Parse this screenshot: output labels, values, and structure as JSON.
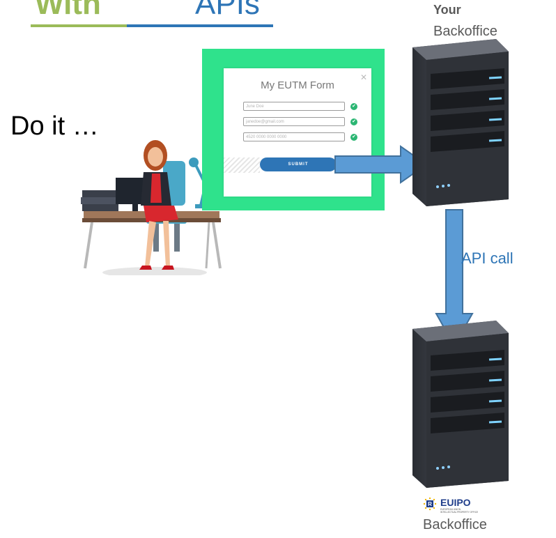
{
  "title": {
    "word1": "With",
    "word2": "APIs"
  },
  "your_backoffice": {
    "your": "Your",
    "backoffice": "Backoffice"
  },
  "do_it": "Do it …",
  "form": {
    "title": "My EUTM Form",
    "fields": [
      "June Doe",
      "janedoe@gmail.com",
      "4520 0000 0000 0000"
    ],
    "submit": "SUBMIT"
  },
  "api_call": "API call",
  "euipo": {
    "name": "EUIPO",
    "subtitle_line1": "EUROPEAN UNION",
    "subtitle_line2": "INTELLECTUAL PROPERTY OFFICE",
    "backoffice": "Backoffice"
  },
  "colors": {
    "title_green": "#9bbb59",
    "title_blue": "#2e75b6",
    "form_frame": "#2fe28c",
    "arrow": "#5b9bd5",
    "submit": "#2e75b6"
  }
}
